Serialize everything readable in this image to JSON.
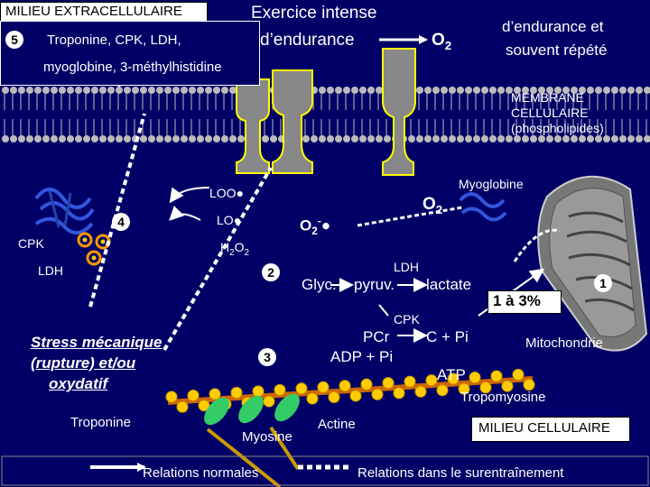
{
  "extracellular": {
    "title": "MILIEU EXTRACELLULAIRE",
    "step": "5",
    "line1": "Troponine, CPK, LDH,",
    "line2": "myoglobine, 3-méthylhistidine"
  },
  "exercise": {
    "line1": "Exercice intense",
    "line2": "d’endurance",
    "right_line1": "d’endurance et",
    "right_line2": "souvent répété",
    "o2": "O",
    "o2_sub": "2"
  },
  "membrane": {
    "line1": "MEMBRANE",
    "line2": "CELLULAIRE",
    "line3": "(phospholipides)"
  },
  "center": {
    "loo": "LOO",
    "lo": "LO",
    "o2_radical": "O",
    "o2_radical_sub": "2",
    "o2_radical_sup": "-",
    "h2o2_a": "H",
    "h2o2_sub1": "2",
    "h2o2_b": "O",
    "h2o2_sub2": "2",
    "o2_right": "O",
    "o2_right_sub": "2",
    "myoglobine": "Myoglobine"
  },
  "labels": {
    "step4": "4",
    "step2": "2",
    "step3": "3",
    "step1": "1",
    "cpk_left": "CPK",
    "ldh_left": "LDH",
    "glyc": "Glyc.",
    "pyruv": "pyruv.",
    "lactate": "lactate",
    "ldh_top": "LDH",
    "cpk_mid": "CPK",
    "pcr": "PCr",
    "c_plus_pi": "C + Pi",
    "adp_pi": "ADP + Pi",
    "atp": "ATP",
    "percent": "1 à 3%",
    "mitochondrie": "Mitochondrie",
    "tropomyosine": "Tropomyosine",
    "milieu_cellulaire": "MILIEU CELLULAIRE",
    "stress_line1": "Stress mécanique",
    "stress_line2": "(rupture) et/ou",
    "stress_line3": "oxydatif",
    "troponine": "Troponine",
    "myosine": "Myosine",
    "actine": "Actine"
  },
  "legend": {
    "normal": "Relations normales",
    "training": "Relations dans le surentraînement"
  },
  "colors": {
    "background": "#000066",
    "protein": "#888888",
    "protein_border": "#ffff00",
    "filament": "#ffcc00",
    "myosin_head": "#33cc66"
  }
}
